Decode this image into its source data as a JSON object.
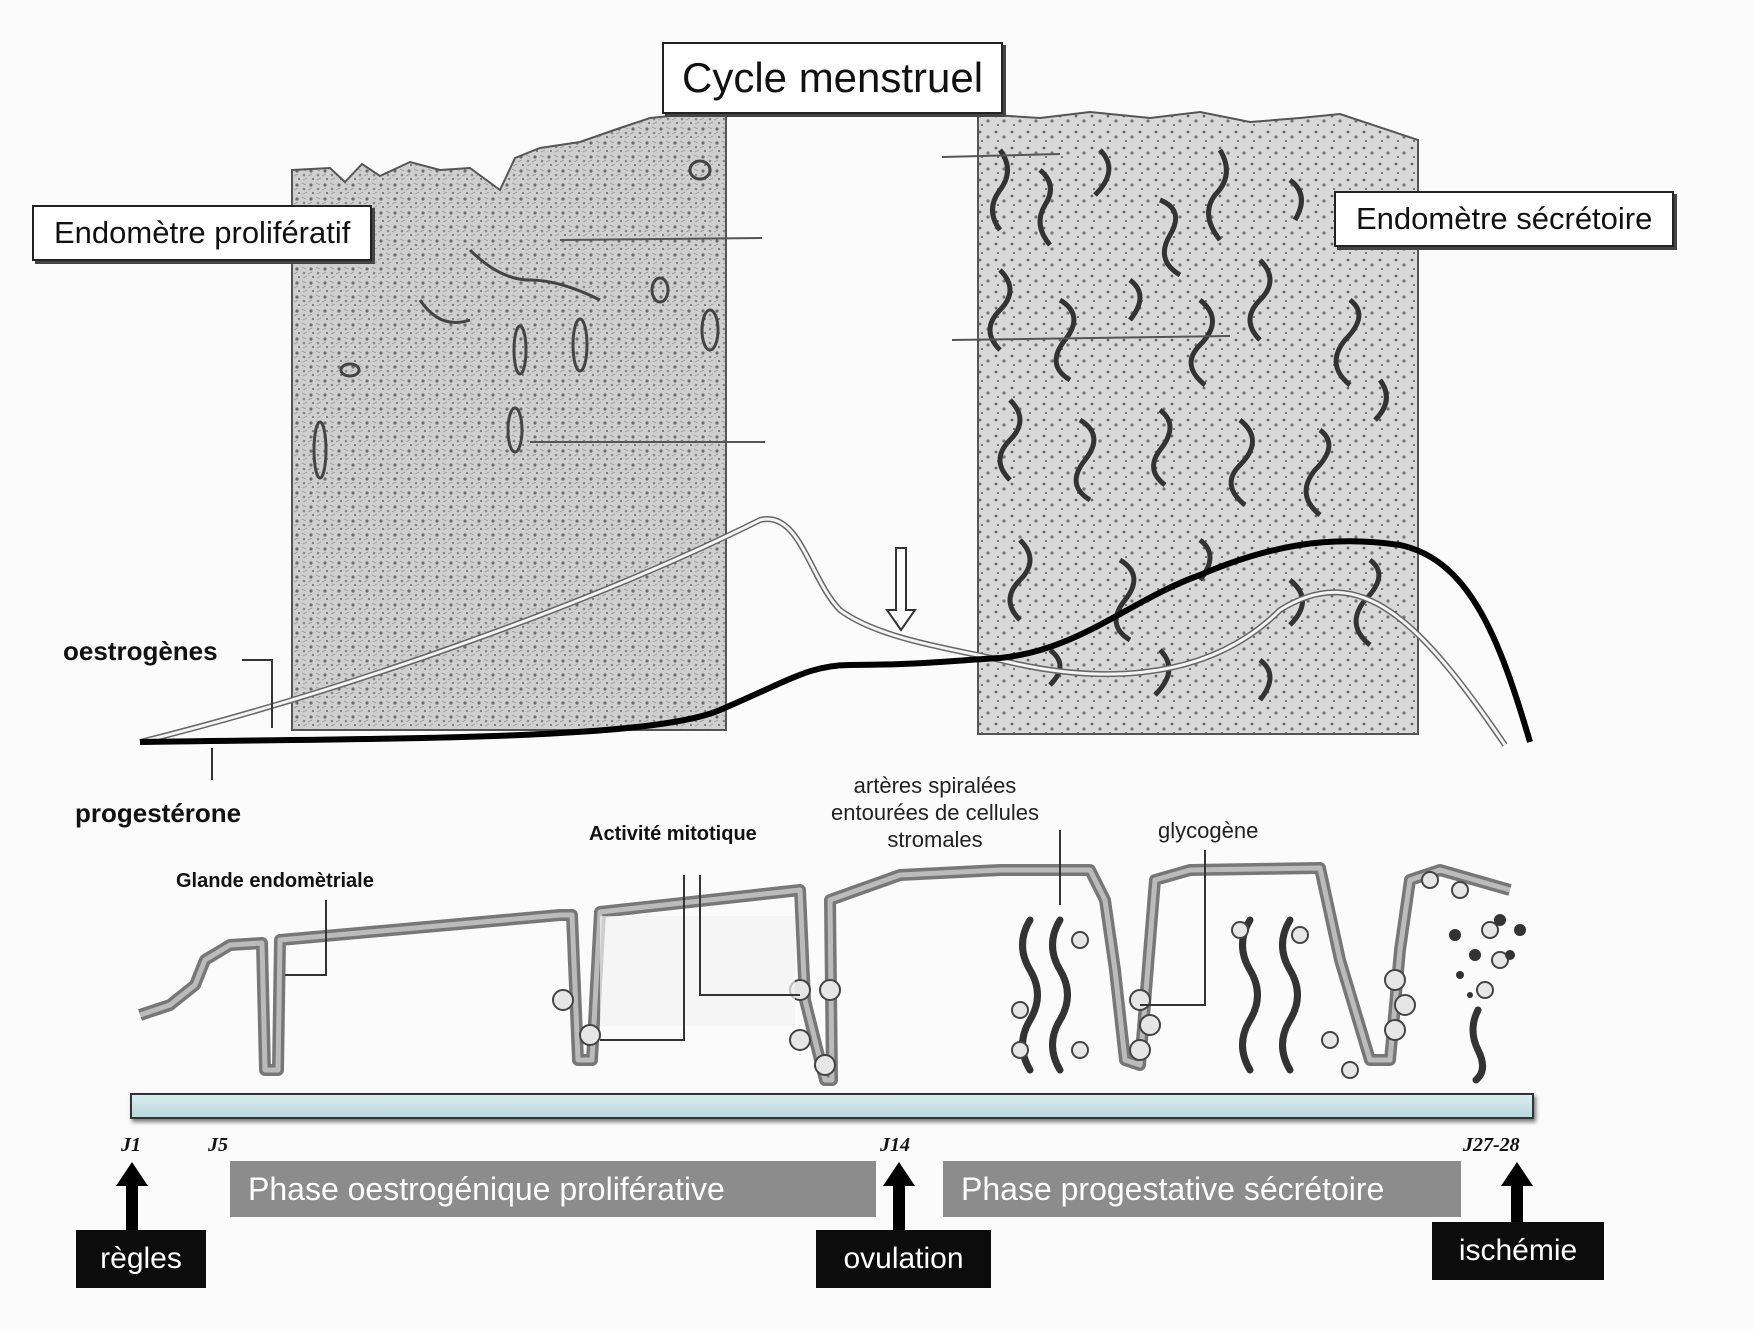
{
  "title": "Cycle menstruel",
  "histology": {
    "left_label": "Endomètre prolifératif",
    "right_label": "Endomètre sécrétoire"
  },
  "hormones": {
    "estrogen_label": "oestrogènes",
    "progesterone_label": "progestérone"
  },
  "annotations": {
    "gland": "Glande endomètriale",
    "mitotic": "Activité mitotique",
    "arteries_line1": "artères spiralées",
    "arteries_line2": "entourées de cellules",
    "arteries_line3": "stromales",
    "glycogen": "glycogène"
  },
  "timeline": {
    "days": [
      "J1",
      "J5",
      "J14",
      "J27-28"
    ],
    "phase_proliferative": "Phase oestrogénique proliférative",
    "phase_secretory": "Phase progestative sécrétoire",
    "events": [
      "règles",
      "ovulation",
      "ischémie"
    ]
  },
  "colors": {
    "timeline_bar": "#c6e0e4",
    "phase_box": "#8c8c8c",
    "event_box": "#0c0c0c"
  }
}
